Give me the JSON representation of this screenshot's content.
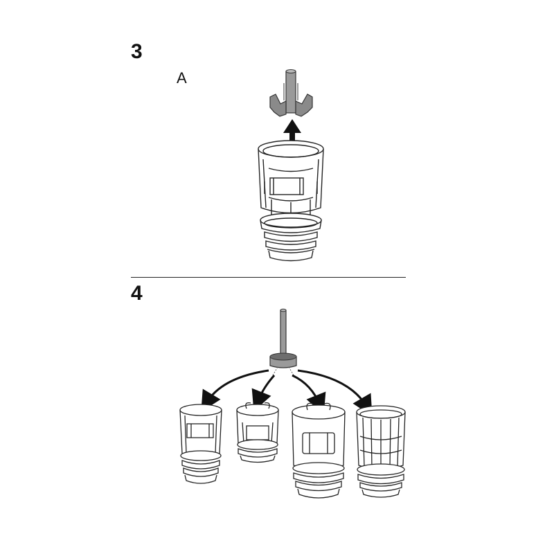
{
  "steps": [
    {
      "number": "3",
      "callout": "A"
    },
    {
      "number": "4"
    }
  ],
  "colors": {
    "ink": "#222222",
    "part_fill": "#9a9a9a",
    "part_dark": "#6e6e6e"
  },
  "icons": [
    "up-arrow-icon",
    "curved-arrow-icon"
  ]
}
